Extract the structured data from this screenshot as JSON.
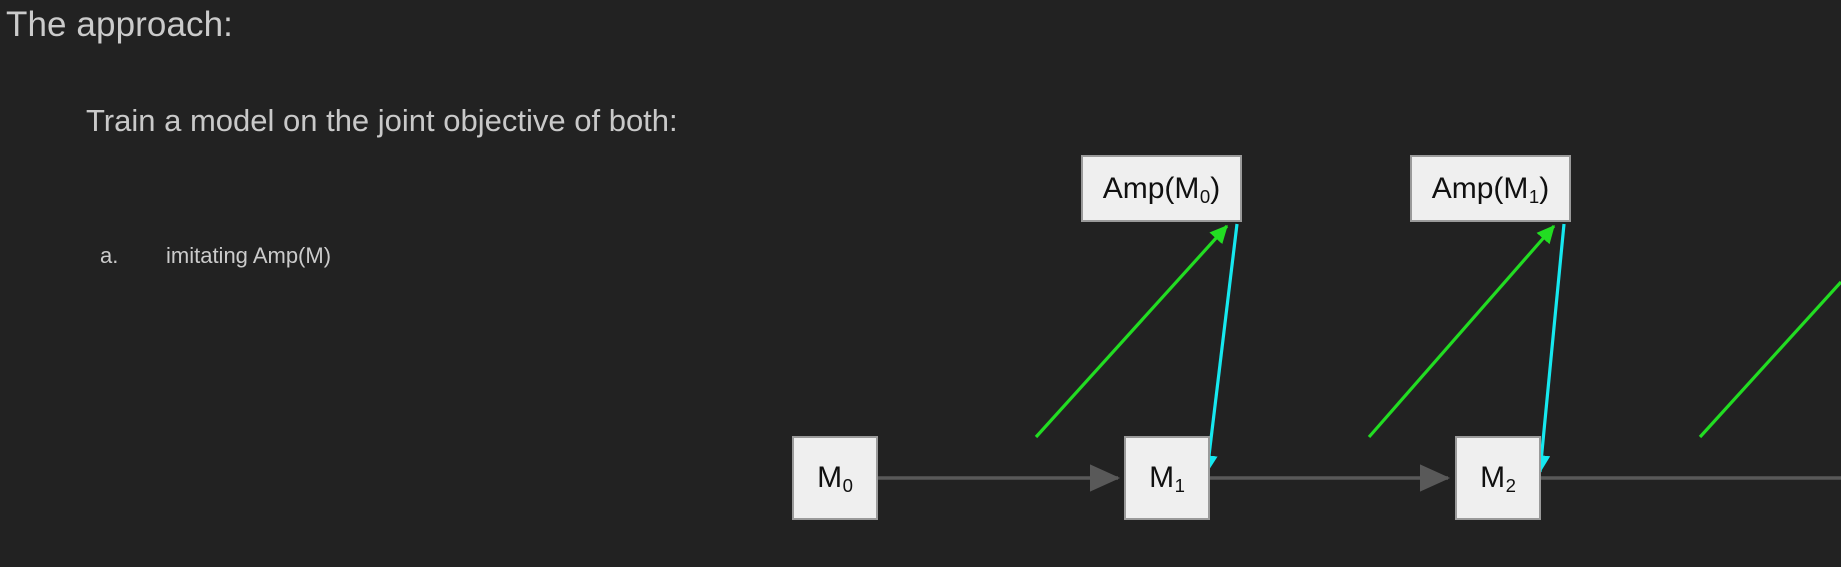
{
  "slide": {
    "background_color": "#222222",
    "text_color": "#cbcbcb",
    "title": "The approach:",
    "body": "Train a model on the joint objective of both:",
    "list": [
      {
        "marker": "a.",
        "text": "imitating Amp(M)"
      }
    ]
  },
  "diagram": {
    "colors": {
      "box_fill": "#efefef",
      "box_border": "#9a9a9a",
      "box_text": "#101010",
      "chain_arrow": "#595959",
      "green_arrow": "#22dd22",
      "cyan_arrow": "#16e8f0"
    },
    "amp_nodes": [
      {
        "id": "amp-m0",
        "base": "Amp(M",
        "sub": "0",
        "close": ")"
      },
      {
        "id": "amp-m1",
        "base": "Amp(M",
        "sub": "1",
        "close": ")"
      }
    ],
    "model_nodes": [
      {
        "id": "m0",
        "base": "M",
        "sub": "0"
      },
      {
        "id": "m1",
        "base": "M",
        "sub": "1"
      },
      {
        "id": "m2",
        "base": "M",
        "sub": "2"
      }
    ],
    "edges": [
      {
        "name": "chain-m0-m1",
        "kind": "chain",
        "from": "m0",
        "to": "m1"
      },
      {
        "name": "chain-m1-m2",
        "kind": "chain",
        "from": "m1",
        "to": "m2"
      },
      {
        "name": "chain-m2-next",
        "kind": "chain",
        "from": "m2",
        "to": "offscreen"
      },
      {
        "name": "amplify-m0",
        "kind": "green",
        "from": "m0",
        "to": "amp-m0"
      },
      {
        "name": "amplify-m1",
        "kind": "green",
        "from": "m1",
        "to": "amp-m1"
      },
      {
        "name": "amplify-m2",
        "kind": "green",
        "from": "m2",
        "to": "offscreen"
      },
      {
        "name": "distill-m0",
        "kind": "cyan",
        "from": "amp-m0",
        "to": "chain-m0-m1"
      },
      {
        "name": "distill-m1",
        "kind": "cyan",
        "from": "amp-m1",
        "to": "chain-m1-m2"
      }
    ]
  }
}
